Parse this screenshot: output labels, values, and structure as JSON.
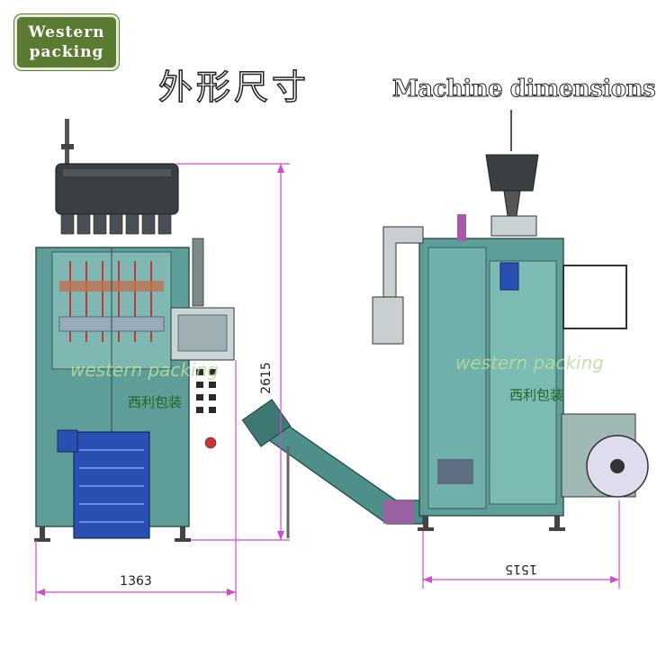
{
  "logo": {
    "line1": "Western",
    "line2": "packing"
  },
  "title": {
    "chinese": "外形尺寸",
    "english": "Machine dimensions"
  },
  "dimensions": {
    "height": "2615",
    "width_front": "1363",
    "depth_side": "1515"
  },
  "watermark": {
    "front_en": "western packing",
    "front_cn": "西利包装",
    "side_en": "western packing",
    "side_cn": "西利包装"
  },
  "colors": {
    "frame": "#5f9e98",
    "panel_dark": "#2f5f5a",
    "dimension_line": "#d24ad2",
    "conveyor": "#2a4fb3",
    "brand_green": "#5b7a32"
  }
}
